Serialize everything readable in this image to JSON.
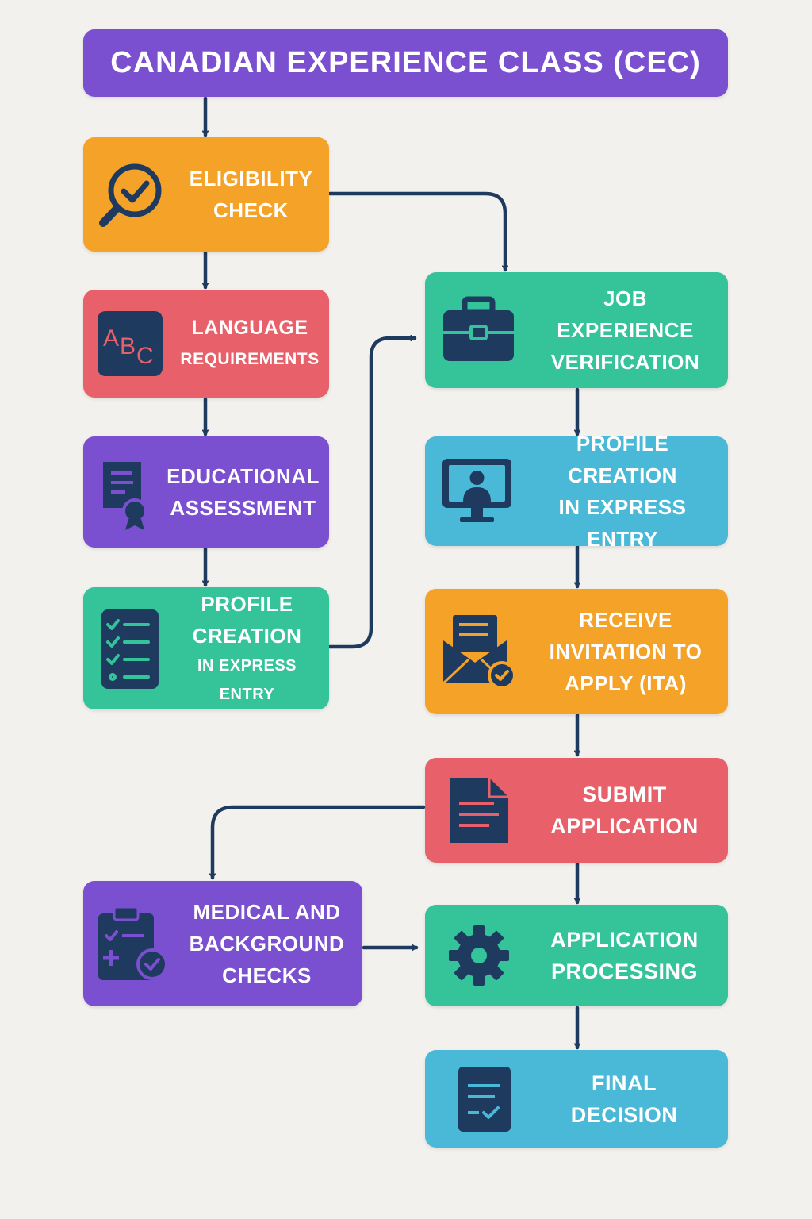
{
  "title": "CANADIAN EXPERIENCE CLASS (CEC)",
  "colors": {
    "purple": "#7a4fd0",
    "orange": "#f5a229",
    "red": "#e8606a",
    "green": "#35c39a",
    "blue": "#4ab9d7",
    "navy": "#1e3a5f",
    "background": "#f3f1ed"
  },
  "steps": {
    "eligibility": {
      "line1": "ELIGIBILITY",
      "line2": "CHECK",
      "icon": "magnifier-check-icon"
    },
    "language": {
      "line1": "LANGUAGE",
      "line2": "REQUIREMENTS",
      "icon": "abc-icon"
    },
    "education": {
      "line1": "EDUCATIONAL",
      "line2": "ASSESSMENT",
      "icon": "certificate-icon"
    },
    "profile_left": {
      "line1": "PROFILE",
      "line2": "CREATION",
      "line3": "IN EXPRESS ENTRY",
      "icon": "checklist-icon"
    },
    "job": {
      "line1": "JOB EXPERIENCE",
      "line2": "VERIFICATION",
      "icon": "briefcase-icon"
    },
    "profile_right": {
      "line1": "PROFILE CREATION",
      "line2": "IN EXPRESS ENTRY",
      "icon": "monitor-user-icon"
    },
    "ita": {
      "line1": "RECEIVE",
      "line2": "INVITATION TO",
      "line3": "APPLY (ITA)",
      "icon": "envelope-check-icon"
    },
    "submit": {
      "line1": "SUBMIT",
      "line2": "APPLICATION",
      "icon": "document-icon"
    },
    "medical": {
      "line1": "MEDICAL AND",
      "line2": "BACKGROUND",
      "line3": "CHECKS",
      "icon": "clipboard-medical-icon"
    },
    "processing": {
      "line1": "APPLICATION",
      "line2": "PROCESSING",
      "icon": "gear-icon"
    },
    "final": {
      "line1": "FINAL",
      "line2": "DECISION",
      "icon": "document-check-icon"
    }
  }
}
